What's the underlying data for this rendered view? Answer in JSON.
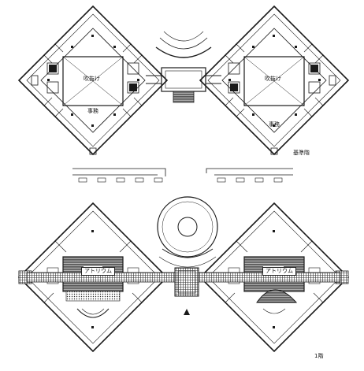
{
  "upper_floor": {
    "caption": "基準階",
    "left_void": "吹抜け",
    "right_void": "吹抜け",
    "left_office": "事務",
    "right_office": "事務"
  },
  "ground_floor": {
    "caption": "1階",
    "left_atrium": "アトリウム",
    "right_atrium": "アトリウム"
  },
  "colors": {
    "line": "#1a1a1a",
    "hatch": "#333333",
    "background": "#ffffff"
  }
}
